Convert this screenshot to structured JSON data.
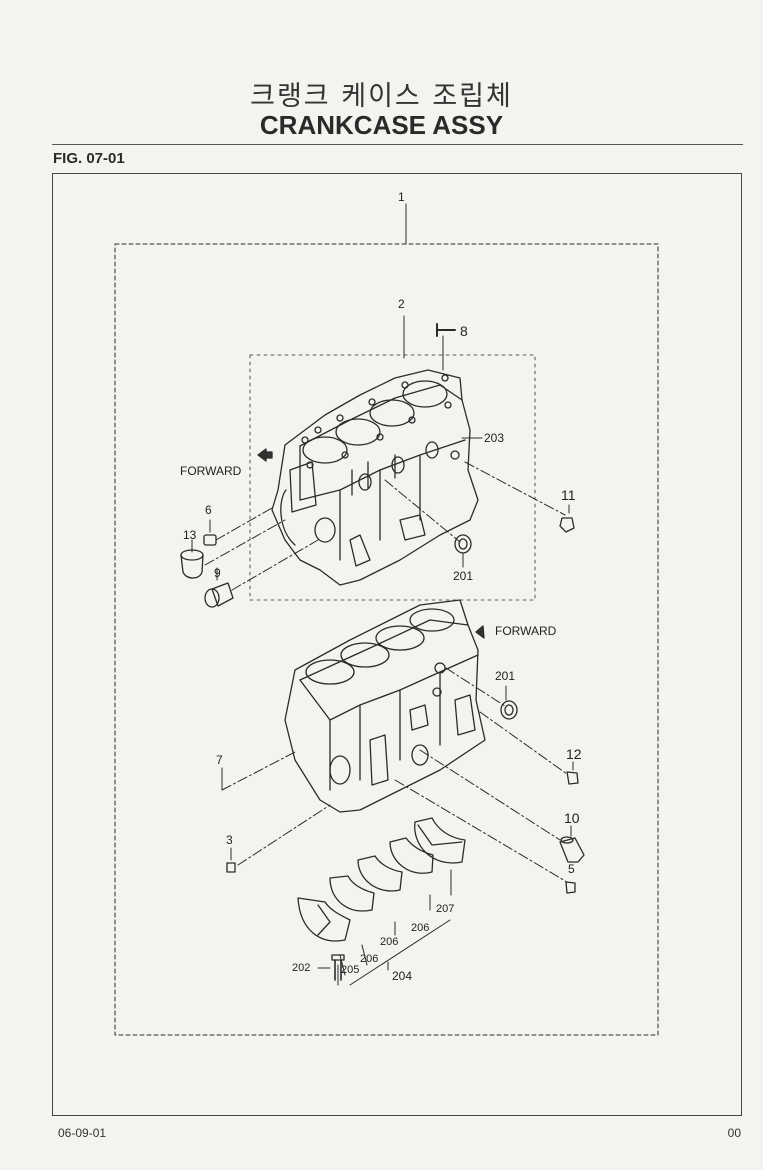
{
  "title_korean": "크랭크 케이스 조립체",
  "title_english": "CRANKCASE ASSY",
  "figure_number": "FIG. 07-01",
  "footer": {
    "date": "06-09-01",
    "page": "00"
  },
  "direction_labels": {
    "upper": "FORWARD",
    "lower": "FORWARD"
  },
  "callouts": {
    "p1": "1",
    "p2": "2",
    "p8": "8",
    "p203": "203",
    "p11": "11",
    "p6": "6",
    "p13": "13",
    "p9": "9",
    "p201a": "201",
    "p201b": "201",
    "p7": "7",
    "p12": "12",
    "p10": "10",
    "p3": "3",
    "p5": "5",
    "p207": "207",
    "p206a": "206",
    "p206b": "206",
    "p206c": "206",
    "p202": "202",
    "p205": "205",
    "p204": "204"
  }
}
